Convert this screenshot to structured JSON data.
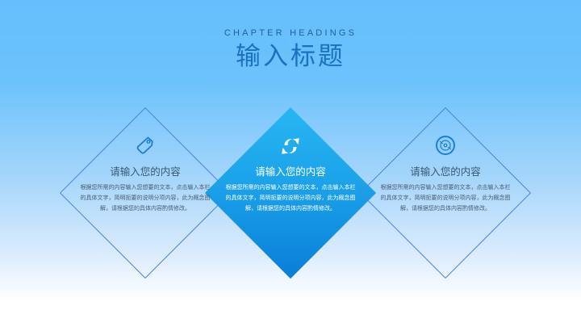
{
  "header": {
    "kicker": "CHAPTER HEADINGS",
    "title": "输入标题"
  },
  "colors": {
    "title": "#1a71bf",
    "outline": "#4f86d6",
    "accent_fill_top": "#27b6f2",
    "accent_fill_bottom": "#0a7ed8",
    "icon_blue": "#1a7fd0"
  },
  "cards": [
    {
      "icon": "tag-icon",
      "heading": "请输入您的内容",
      "body": "根据您所需的内容输入您想要的文本，点击输入本栏的具体文字，简明扼要的说明分项内容，此为概念图解，请根据您的具体内容酌情修改。",
      "style": "outline"
    },
    {
      "icon": "refresh-icon",
      "heading": "请输入您的内容",
      "body": "根据您所需的内容输入您想要的文本，点击输入本栏的具体文字，简明扼要的说明分项内容，此为概念图解，请根据您的具体内容酌情修改。",
      "style": "filled"
    },
    {
      "icon": "disc-icon",
      "heading": "请输入您的内容",
      "body": "根据您所需的内容输入您想要的文本，点击输入本栏的具体文字，简明扼要的说明分项内容，此为概念图解，请根据您的具体内容酌情修改。",
      "style": "outline"
    }
  ]
}
